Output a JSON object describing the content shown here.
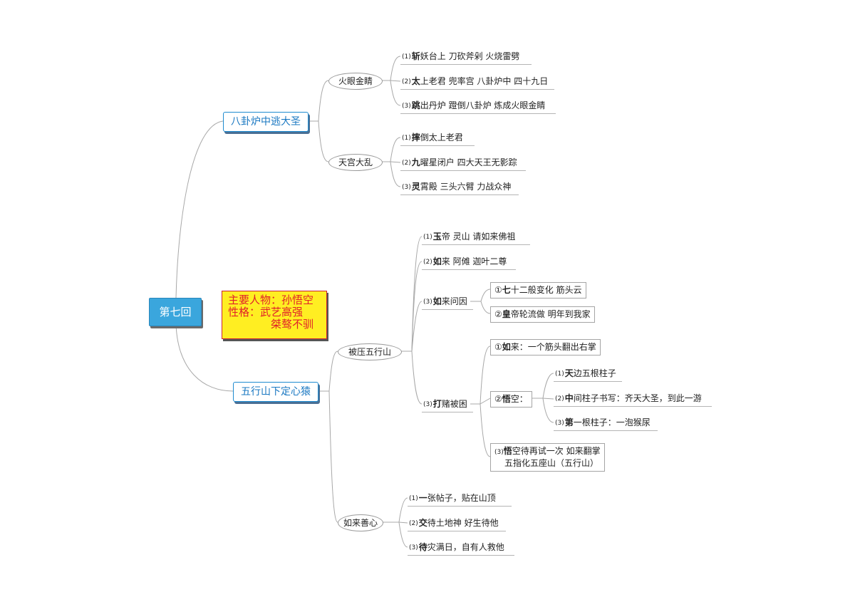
{
  "root": "第七回",
  "summary": {
    "line1": "主要人物：孙悟空",
    "line2": "性格：武艺高强",
    "line3": "桀骜不驯"
  },
  "branch1": {
    "title": "八卦炉中逃大圣",
    "sub1": {
      "label": "火眼金睛",
      "items": [
        {
          "n": "(1)",
          "b": "斩",
          "t": "妖台上  刀砍斧剁  火烧雷劈"
        },
        {
          "n": "(2)",
          "b": "太",
          "t": "上老君  兜率宫  八卦炉中  四十九日"
        },
        {
          "n": "(3)",
          "b": "跳",
          "t": "出丹炉  蹬倒八卦炉  炼成火眼金睛"
        }
      ]
    },
    "sub2": {
      "label": "天宫大乱",
      "items": [
        {
          "n": "(1)",
          "b": "摔",
          "t": "倒太上老君"
        },
        {
          "n": "(2)",
          "b": "九",
          "t": "曜星闭户  四大天王无影踪"
        },
        {
          "n": "(3)",
          "b": "灵",
          "t": "霄殿  三头六臂  力战众神"
        }
      ]
    }
  },
  "branch2": {
    "title": "五行山下定心猿",
    "sub1": {
      "label": "被压五行山",
      "items": [
        {
          "n": "(1)",
          "b": "玉",
          "t": "帝  灵山  请如来佛祖"
        },
        {
          "n": "(2)",
          "b": "如",
          "t": "来  阿傩  迦叶二尊"
        },
        {
          "n": "(3)",
          "b": "如",
          "t": "来问因"
        },
        {
          "n": "(3)",
          "b": "打",
          "t": "赌被困"
        }
      ],
      "ask": [
        {
          "n": "①",
          "b": "七",
          "t": "十二般变化  筋头云"
        },
        {
          "n": "②",
          "b": "皇",
          "t": "帝轮流做  明年到我家"
        }
      ],
      "bet": {
        "a": {
          "n": "①",
          "b": "如",
          "t": "来：一个筋头翻出右掌"
        },
        "b": {
          "n": "②",
          "b": "悟",
          "t": "空："
        },
        "c": {
          "n": "(3)",
          "b": "悟",
          "t": "空待再试一次  如来翻掌",
          "t2": "五指化五座山（五行山）"
        },
        "wukong": [
          {
            "n": "(1)",
            "b": "天",
            "t": "边五根柱子"
          },
          {
            "n": "(2)",
            "b": "中",
            "t": "间柱子书写：齐天大圣，到此一游"
          },
          {
            "n": "(3)",
            "b": "第",
            "t": "一根柱子：一泡猴尿"
          }
        ]
      }
    },
    "sub2": {
      "label": "如来善心",
      "items": [
        {
          "n": "(1)",
          "b": "一",
          "t": "张帖子，贴在山顶"
        },
        {
          "n": "(2)",
          "b": "交",
          "t": "待土地神  好生待他"
        },
        {
          "n": "(3)",
          "b": "待",
          "t": "灾满日，自有人救他"
        }
      ]
    }
  }
}
